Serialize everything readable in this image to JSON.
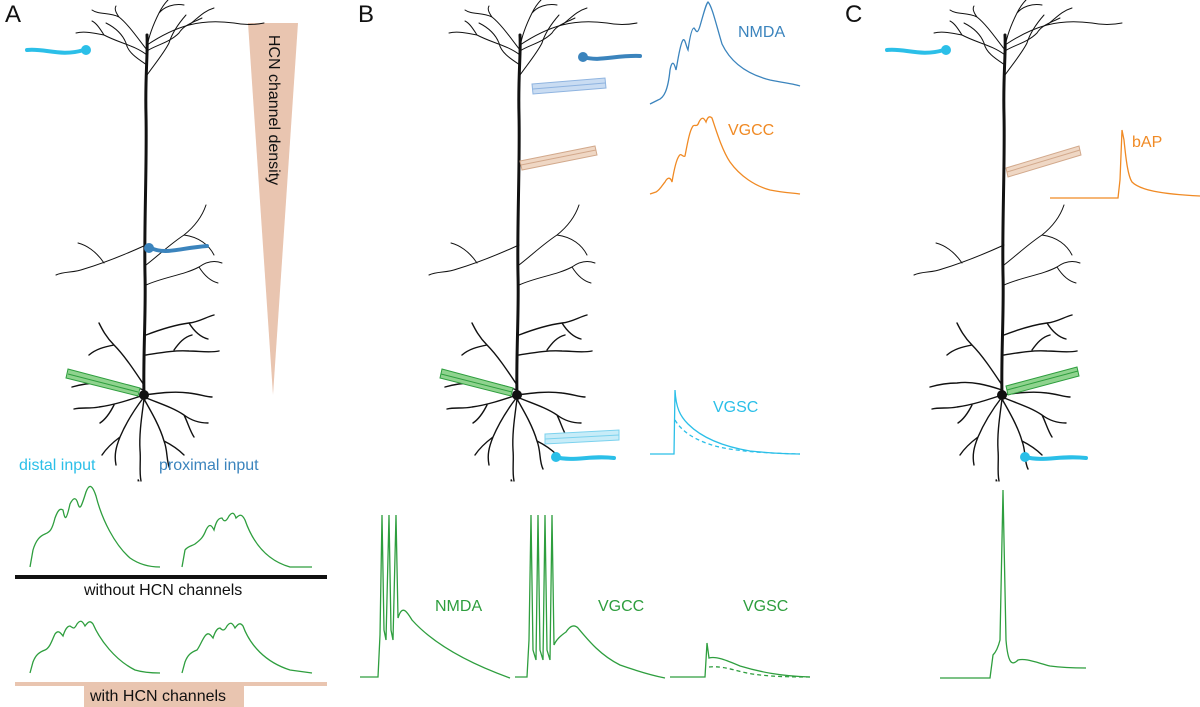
{
  "panels": {
    "a": "A",
    "b": "B",
    "c": "C"
  },
  "panel_a": {
    "density_label": "HCN channel density",
    "distal_input": "distal input",
    "proximal_input": "proximal input",
    "without_label": "without HCN channels",
    "with_label": "with HCN channels"
  },
  "panel_b": {
    "inset_nmda": "NMDA",
    "inset_vgcc": "VGCC",
    "inset_vgsc": "VGSC",
    "soma_nmda": "NMDA",
    "soma_vgcc": "VGCC",
    "soma_vgsc": "VGSC"
  },
  "panel_c": {
    "inset_bap": "bAP"
  },
  "colors": {
    "distal": "#2bbfe8",
    "proximal": "#3b84bd",
    "green": "#2e9e3e",
    "orange": "#f08a24",
    "peach": "#e9c5b0",
    "neuron": "#111111"
  }
}
